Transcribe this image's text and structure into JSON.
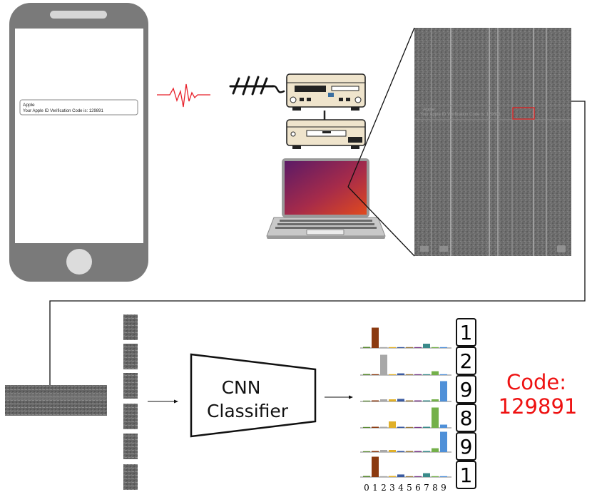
{
  "phone": {
    "notification_title": "Apple",
    "notification_body": "Your Apple ID Verification Code is: 129891"
  },
  "capture": {
    "overlay_line1": "Apple",
    "overlay_line2": "Your Apple ID Verification Code is: 129891"
  },
  "classifier": {
    "label_line1": "CNN",
    "label_line2": "Classifier"
  },
  "digit_axis": [
    "0",
    "1",
    "2",
    "3",
    "4",
    "5",
    "6",
    "7",
    "8",
    "9"
  ],
  "predicted_digits": [
    "1",
    "2",
    "9",
    "8",
    "9",
    "1"
  ],
  "code": {
    "label": "Code:",
    "value": "129891"
  },
  "colors": {
    "phone_body": "#7a7a7a",
    "signal": "#e8202a",
    "highlight_box": "#e02020",
    "code_text": "#ee1111",
    "bar_palette": [
      "#5a8a32",
      "#8b3a10",
      "#a8a8a8",
      "#e0b02a",
      "#3a5aa0",
      "#9a7a3a",
      "#7a3a8a",
      "#3a8a8a",
      "#74b04a",
      "#4f90d8"
    ]
  },
  "chart_data": {
    "type": "bar",
    "categories": [
      "0",
      "1",
      "2",
      "3",
      "4",
      "5",
      "6",
      "7",
      "8",
      "9"
    ],
    "series": [
      {
        "values": [
          0.05,
          0.95,
          0.03,
          0.02,
          0.02,
          0.02,
          0.02,
          0.2,
          0.03,
          0.02
        ]
      },
      {
        "values": [
          0.05,
          0.03,
          0.95,
          0.03,
          0.08,
          0.02,
          0.02,
          0.02,
          0.18,
          0.02
        ]
      },
      {
        "values": [
          0.02,
          0.05,
          0.1,
          0.1,
          0.12,
          0.05,
          0.05,
          0.05,
          0.1,
          0.95
        ]
      },
      {
        "values": [
          0.02,
          0.05,
          0.05,
          0.3,
          0.05,
          0.03,
          0.02,
          0.05,
          0.95,
          0.15
        ]
      },
      {
        "values": [
          0.02,
          0.05,
          0.1,
          0.1,
          0.05,
          0.05,
          0.05,
          0.05,
          0.18,
          0.95
        ]
      },
      {
        "values": [
          0.05,
          0.95,
          0.02,
          0.05,
          0.12,
          0.03,
          0.03,
          0.18,
          0.03,
          0.03
        ]
      }
    ]
  }
}
